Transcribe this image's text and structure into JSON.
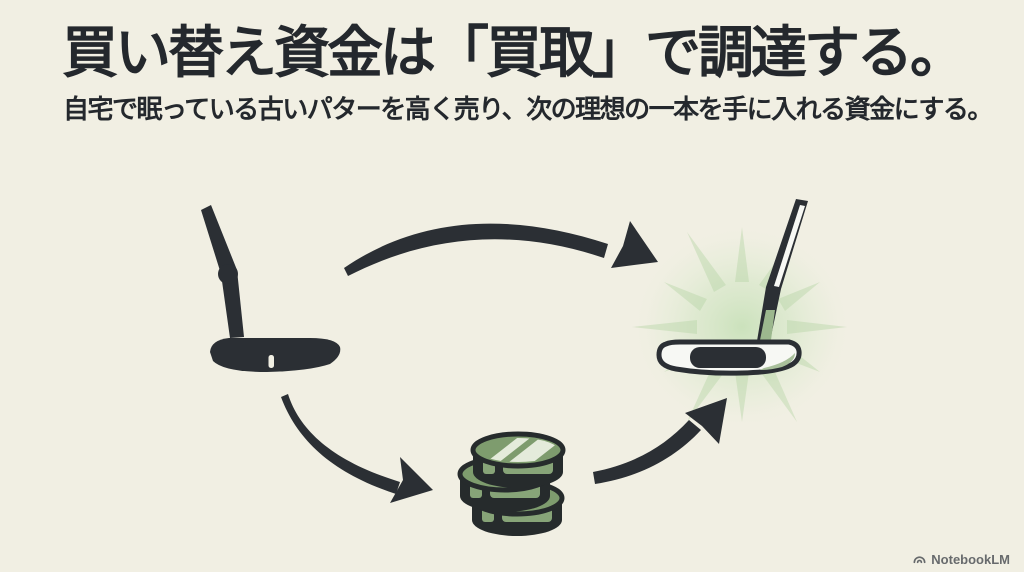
{
  "slide": {
    "title": "買い替え資金は「買取」で調達する。",
    "subtitle": "自宅で眠っている古いパターを高く売り、次の理想の一本を手に入れる資金にする。"
  },
  "diagram": {
    "icons": [
      {
        "name": "old-putter-icon"
      },
      {
        "name": "curved-arrow-top-icon"
      },
      {
        "name": "curved-arrow-down-left-icon"
      },
      {
        "name": "coin-stack-icon"
      },
      {
        "name": "curved-arrow-up-right-icon"
      },
      {
        "name": "new-putter-glow-icon"
      }
    ]
  },
  "colors": {
    "background": "#f1efe3",
    "ink": "#2b2f34",
    "coin_green": "#7e9c6e",
    "coin_panel_green": "#87a478",
    "coin_highlight": "#edf2e4",
    "glow_green": "#cde3c0",
    "putter_face_white": "#f7f8f4",
    "watermark_gray": "#595c60"
  },
  "watermark": {
    "icon": "notebooklm-logo",
    "label": "NotebookLM"
  }
}
